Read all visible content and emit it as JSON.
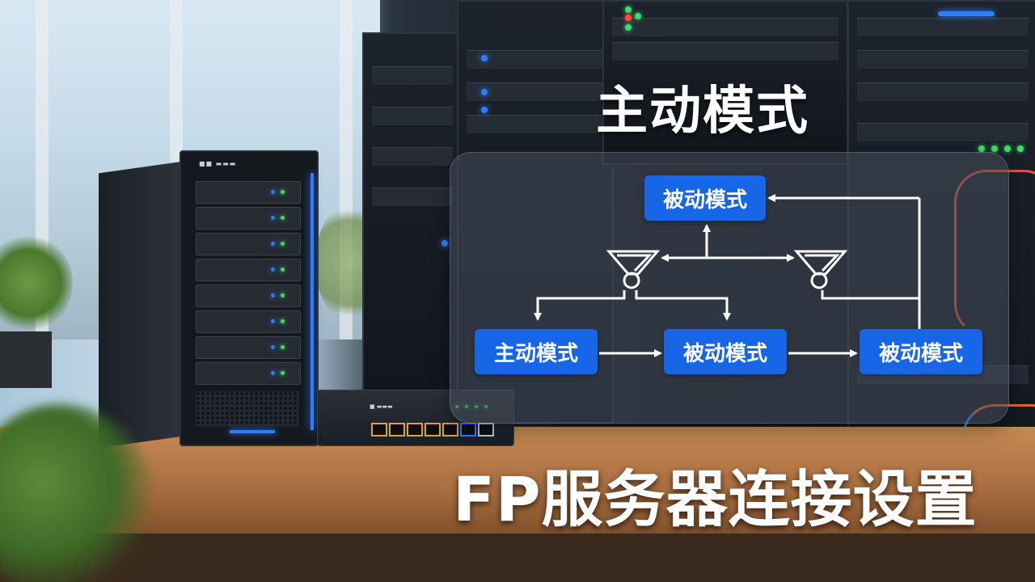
{
  "headline": "主动模式",
  "title": "FP服务器连接设置",
  "diagram": {
    "top_node": "被动模式",
    "bottom_left_node": "主动模式",
    "bottom_middle_node": "被动模式",
    "bottom_right_node": "被动模式",
    "left_connector_icon": "funnel-connector-icon",
    "right_connector_icon": "funnel-connector-icon"
  },
  "colors": {
    "node_blue": "#1766e8",
    "accent_led_blue": "#2f7cff",
    "text_white": "#ffffff"
  }
}
